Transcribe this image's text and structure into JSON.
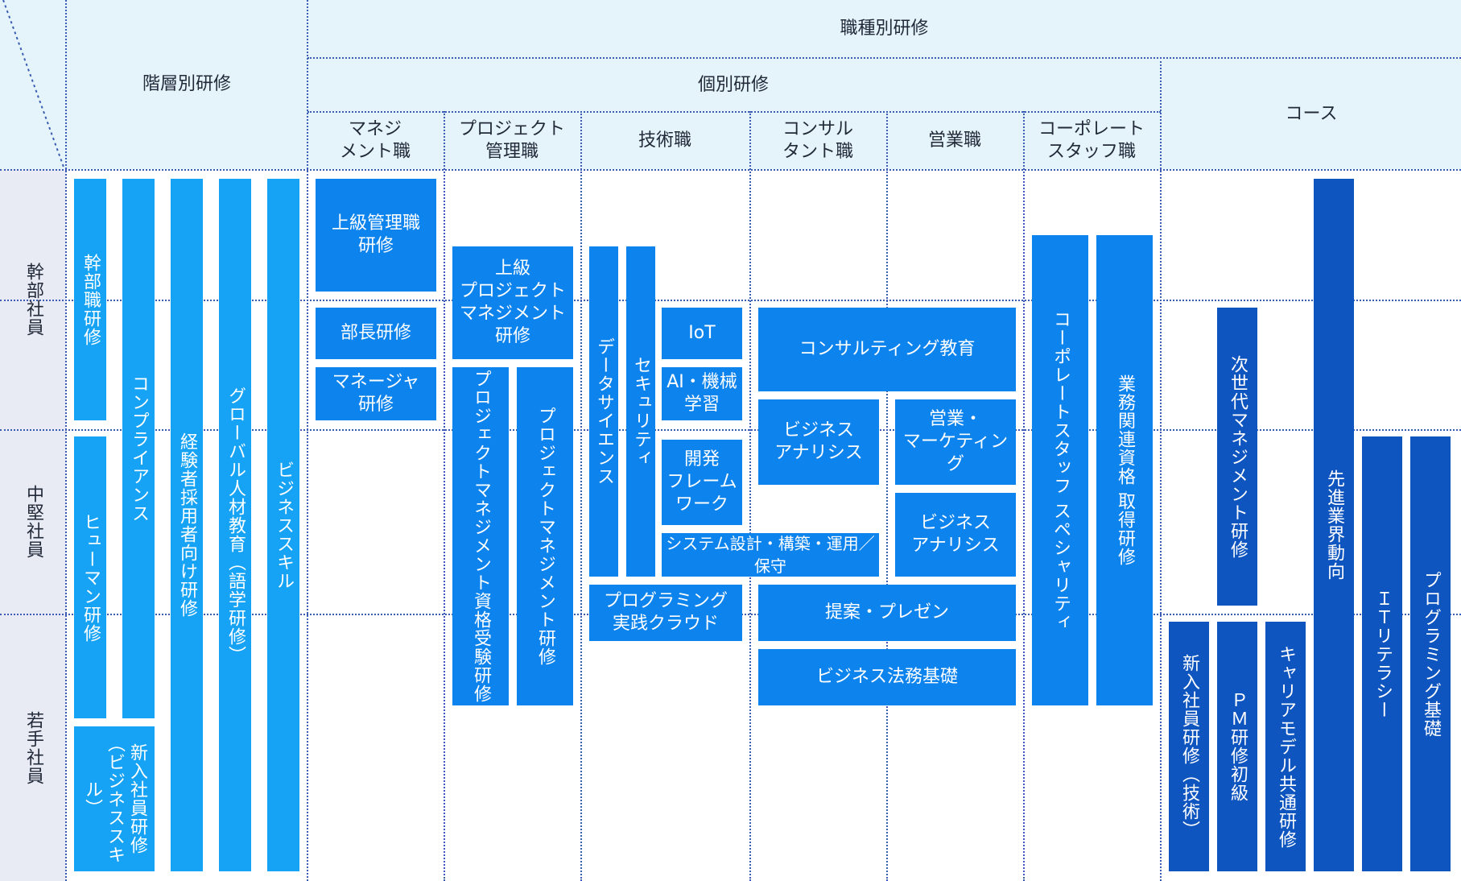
{
  "header": {
    "tiered": "階層別研修",
    "job_type": "職種別研修",
    "individual": "個別研修",
    "course": "コース",
    "job_categories": [
      "マネジ\nメント職",
      "プロジェクト\n管理職",
      "技術職",
      "コンサル\nタント職",
      "営業職",
      "コーポレート\nスタッフ職"
    ]
  },
  "levels": [
    "幹部社員",
    "中堅社員",
    "若手社員"
  ],
  "tiered_items": {
    "executive": "幹部職研修",
    "human": "ヒューマン研修",
    "newhire": "新入社員研修（ビジネススキル）",
    "compliance": "コンプライアンス",
    "experienced": "経験者採用者向け研修",
    "global": "グローバル人材教育（語学研修）",
    "business_skill": "ビジネススキル"
  },
  "management_items": {
    "senior": "上級管理職\n研修",
    "manager": "部長研修",
    "sub_manager": "マネージャ\n研修"
  },
  "pm_items": {
    "senior_pm": "上級\nプロジェクト\nマネジメント\n研修",
    "pm_exam": "プロジェクトマネジメント資格受験研修",
    "pm_training": "プロジェクトマネジメント研修"
  },
  "tech_items": {
    "datascience": "データサイエンス",
    "security": "セキュリティ",
    "iot": "IoT",
    "ai": "AI・機械\n学習",
    "framework": "開発\nフレーム\nワーク",
    "system_design": "システム設計・構築・運用／保守",
    "programming_cloud": "プログラミング\n実践クラウド"
  },
  "consult_items": {
    "consulting": "コンサルティング教育",
    "ba1": "ビジネス\nアナリシス",
    "sales_marketing": "営業・\nマーケティング",
    "ba2": "ビジネス\nアナリシス",
    "proposal": "提案・プレゼン",
    "legal": "ビジネス法務基礎"
  },
  "corporate_items": {
    "specialty": "コーポレートスタッフ スペシャリティ",
    "qualification": "業務関連資格 取得研修"
  },
  "course_items": {
    "next_gen": "次世代マネジメント研修",
    "newhire_tech": "新入社員研修（技術）",
    "pm_basic": "ＰＭ研修初級",
    "career_model": "キャリアモデル共通研修",
    "trends": "先進業界動向",
    "it_literacy": "ＩＴリテラシー",
    "programming_basic": "プログラミング基礎"
  },
  "colors": {
    "light_blue": "#16a3f5",
    "mid_blue": "#0d83ee",
    "dark_blue": "#0f55c0",
    "header_bg": "#e5f4fa",
    "level_bg": "#e8ebf4"
  }
}
